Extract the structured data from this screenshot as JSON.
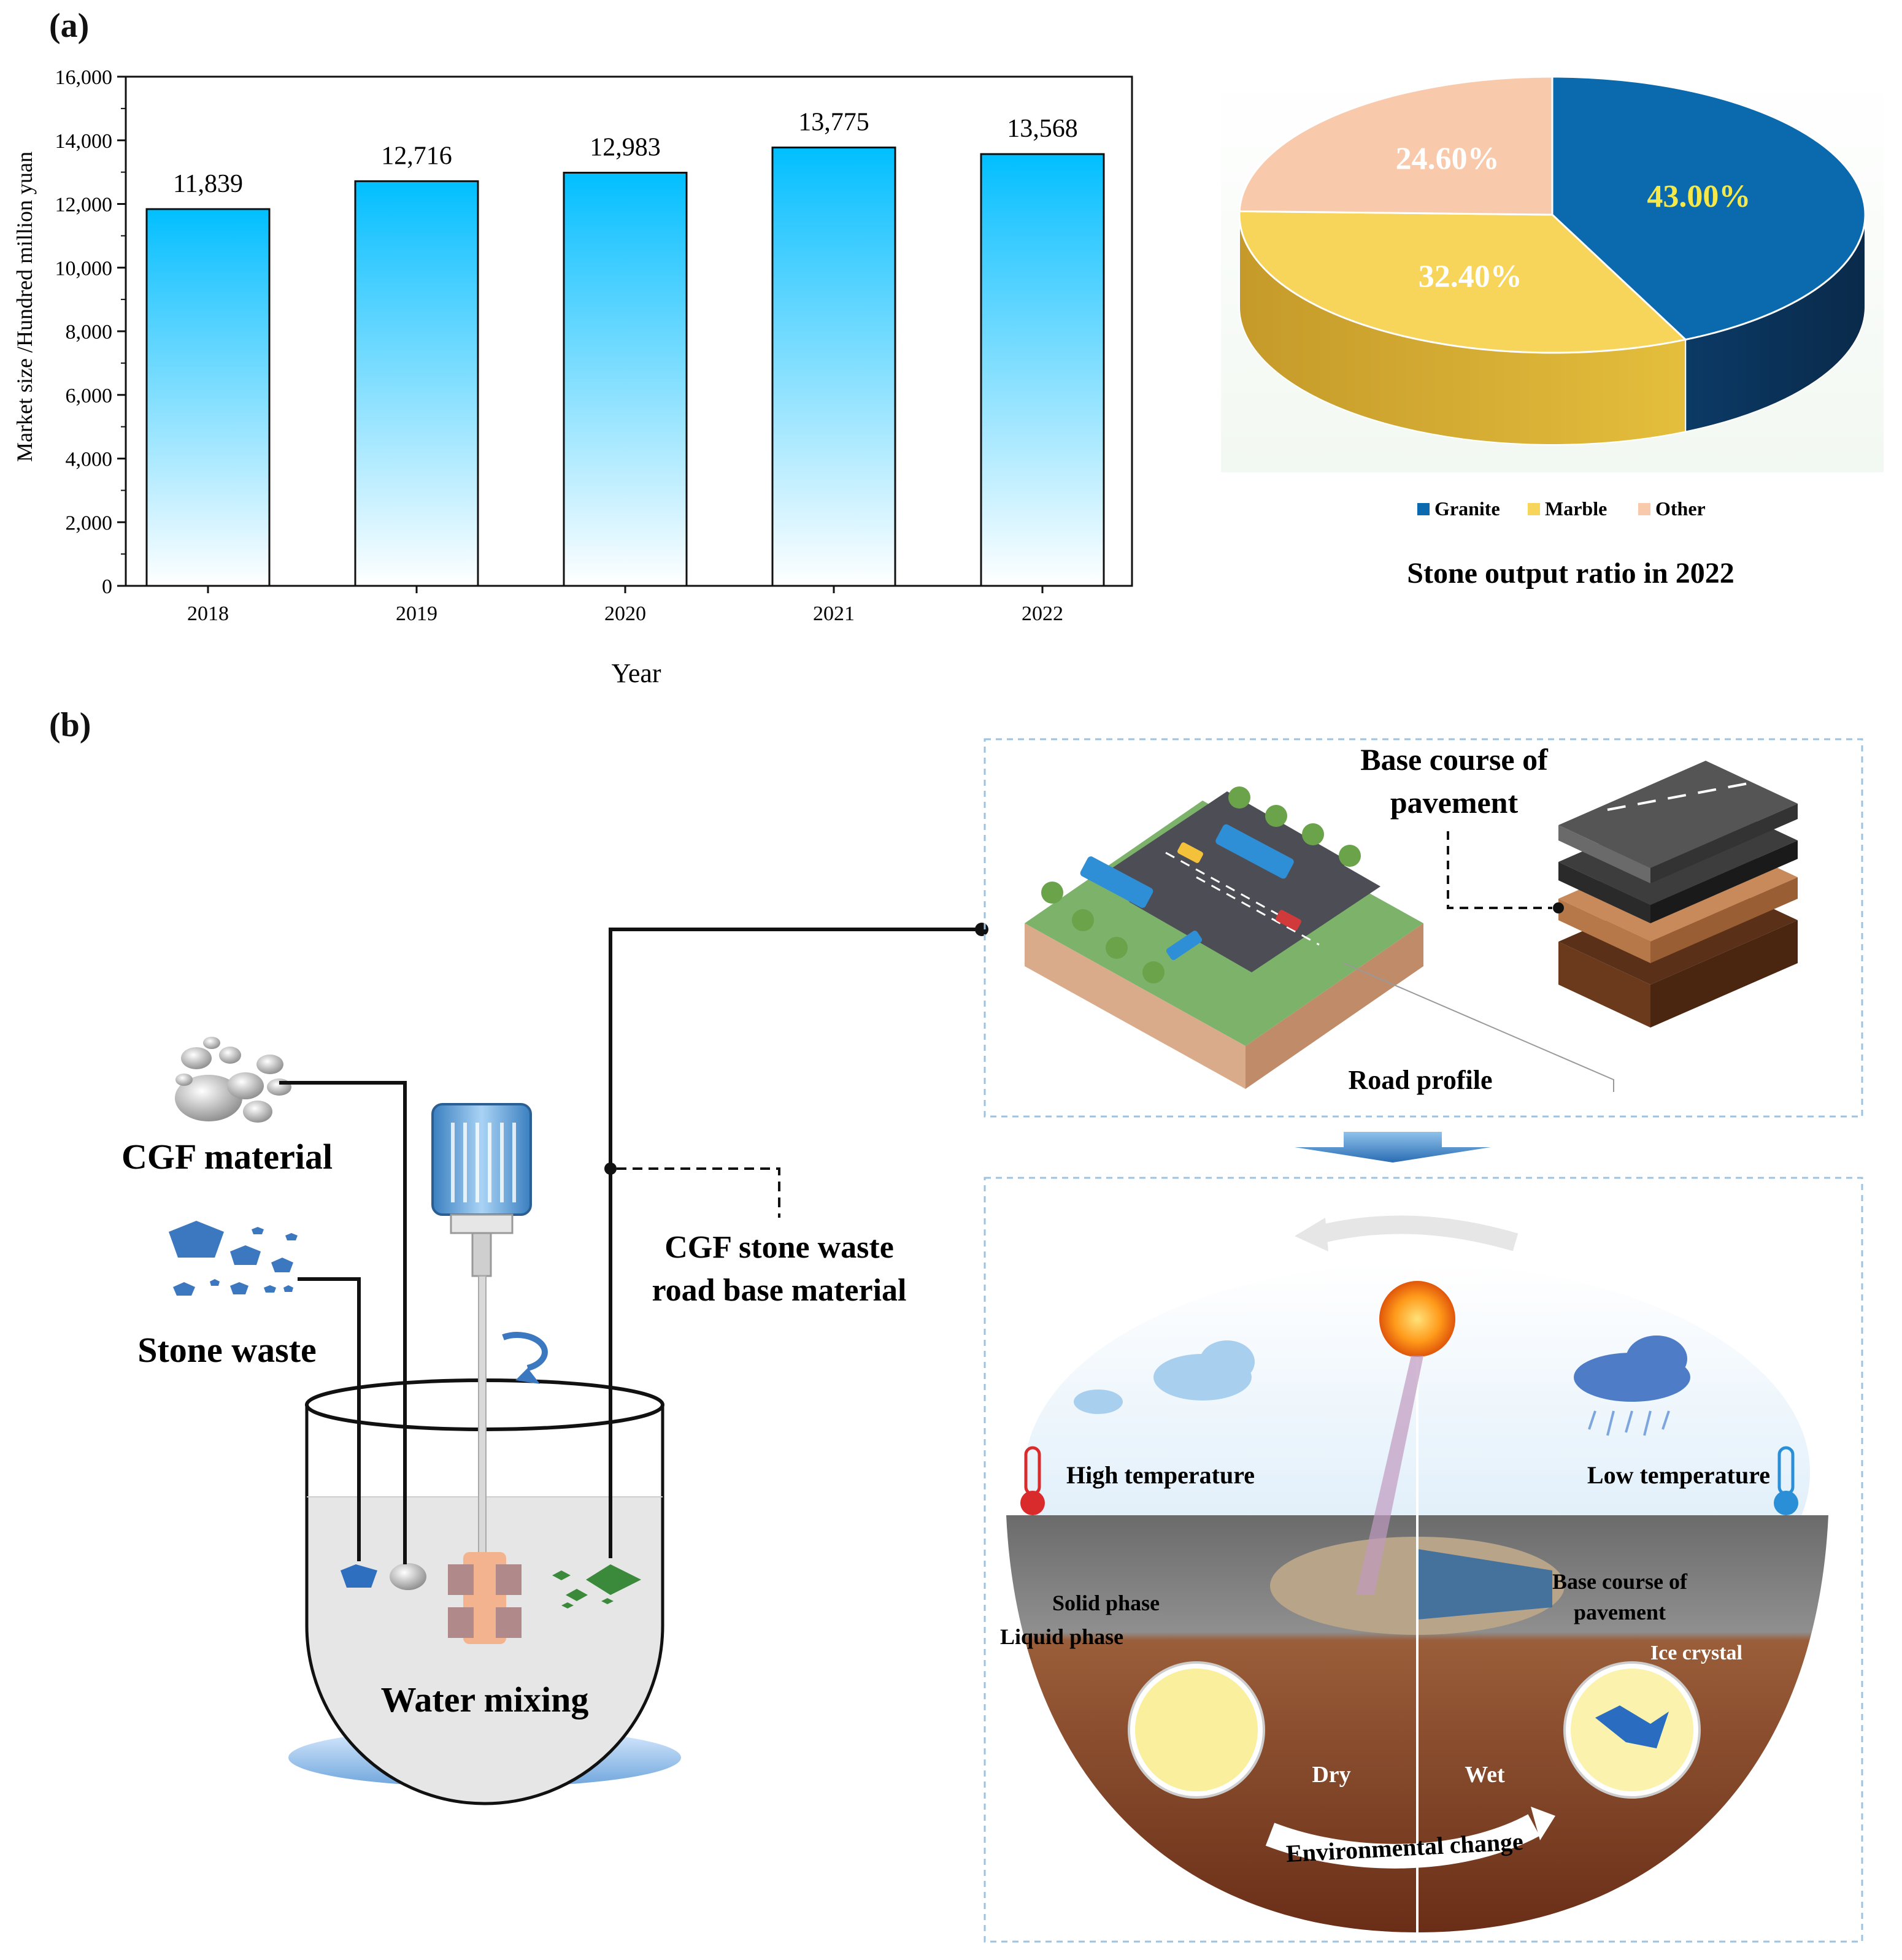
{
  "panel_labels": {
    "a": "(a)",
    "b": "(b)"
  },
  "chart_data": [
    {
      "type": "bar",
      "categories": [
        "2018",
        "2019",
        "2020",
        "2021",
        "2022"
      ],
      "values": [
        11839,
        12716,
        12983,
        13775,
        13568
      ],
      "value_labels": [
        "11,839",
        "12,716",
        "12,983",
        "13,775",
        "13,568"
      ],
      "title": "",
      "xlabel": "Year",
      "ylabel": "Market size /Hundred million yuan",
      "ylim": [
        0,
        16000
      ],
      "yticks": [
        0,
        2000,
        4000,
        6000,
        8000,
        10000,
        12000,
        14000,
        16000
      ],
      "ytick_labels": [
        "0",
        "2,000",
        "4,000",
        "6,000",
        "8,000",
        "10,000",
        "12,000",
        "14,000",
        "16,000"
      ],
      "bar_color_top": "#00bfff",
      "bar_color_bottom": "#ffffff"
    },
    {
      "type": "pie",
      "title": "Stone output ratio in 2022",
      "labels": [
        "Granite",
        "Marble",
        "Other"
      ],
      "values": [
        43.0,
        32.4,
        24.6
      ],
      "value_labels": [
        "43.00%",
        "32.40%",
        "24.60%"
      ],
      "colors": [
        "#0b6aae",
        "#f7d45a",
        "#f9c9ab"
      ],
      "legend_position": "bottom"
    }
  ],
  "diagram": {
    "cgf_material": "CGF material",
    "stone_waste": "Stone waste",
    "water_mixing": "Water mixing",
    "road_base_material_line1": "CGF stone waste",
    "road_base_material_line2": "road base material",
    "base_course_line1": "Base course of",
    "base_course_line2": "pavement",
    "road_profile": "Road profile",
    "high_temperature": "High temperature",
    "low_temperature": "Low temperature",
    "solid_phase": "Solid phase",
    "liquid_phase": "Liquid phase",
    "base_course_2_line1": "Base course of",
    "base_course_2_line2": "pavement",
    "ice_crystal": "Ice crystal",
    "dry": "Dry",
    "wet": "Wet",
    "environmental_change": "Environmental change"
  }
}
